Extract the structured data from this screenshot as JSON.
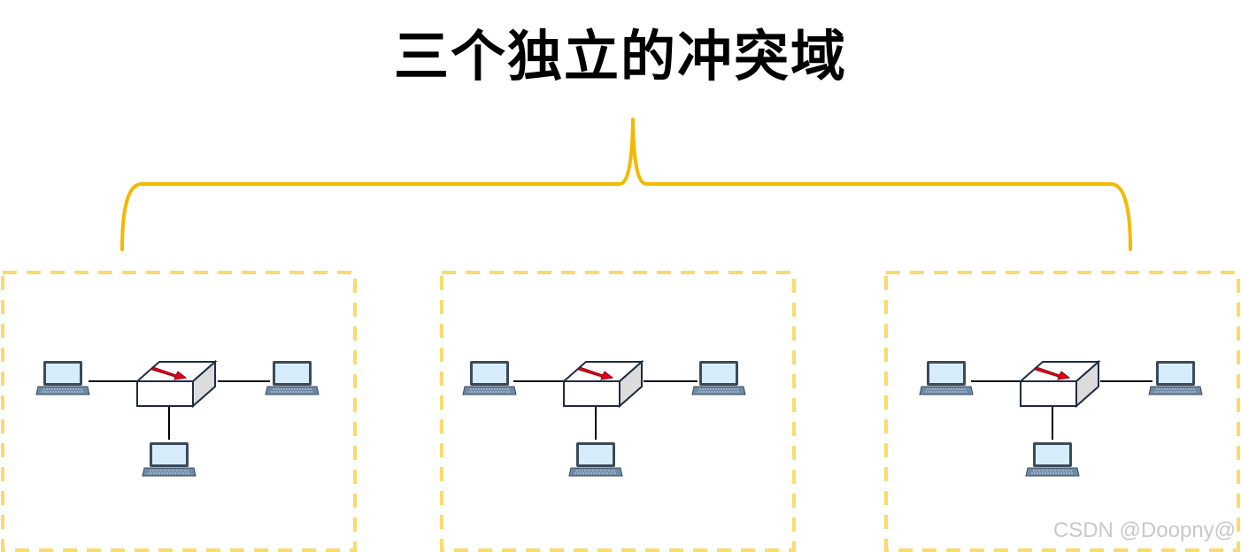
{
  "title": "三个独立的冲突域",
  "watermark": "CSDN @Doopny@",
  "colors": {
    "brace": "#F5B800",
    "dashed_box": "#FADB6B",
    "switch_stroke": "#1F2A44",
    "switch_arrow": "#E8001C",
    "laptop_screen": "#D6ECFA",
    "laptop_body": "#6E8AA6",
    "link": "#000000"
  },
  "domains": [
    {
      "id": "domain-1",
      "switch": "switch-icon",
      "hosts": [
        "laptop-icon",
        "laptop-icon",
        "laptop-icon"
      ]
    },
    {
      "id": "domain-2",
      "switch": "switch-icon",
      "hosts": [
        "laptop-icon",
        "laptop-icon",
        "laptop-icon"
      ]
    },
    {
      "id": "domain-3",
      "switch": "switch-icon",
      "hosts": [
        "laptop-icon",
        "laptop-icon",
        "laptop-icon"
      ]
    }
  ]
}
